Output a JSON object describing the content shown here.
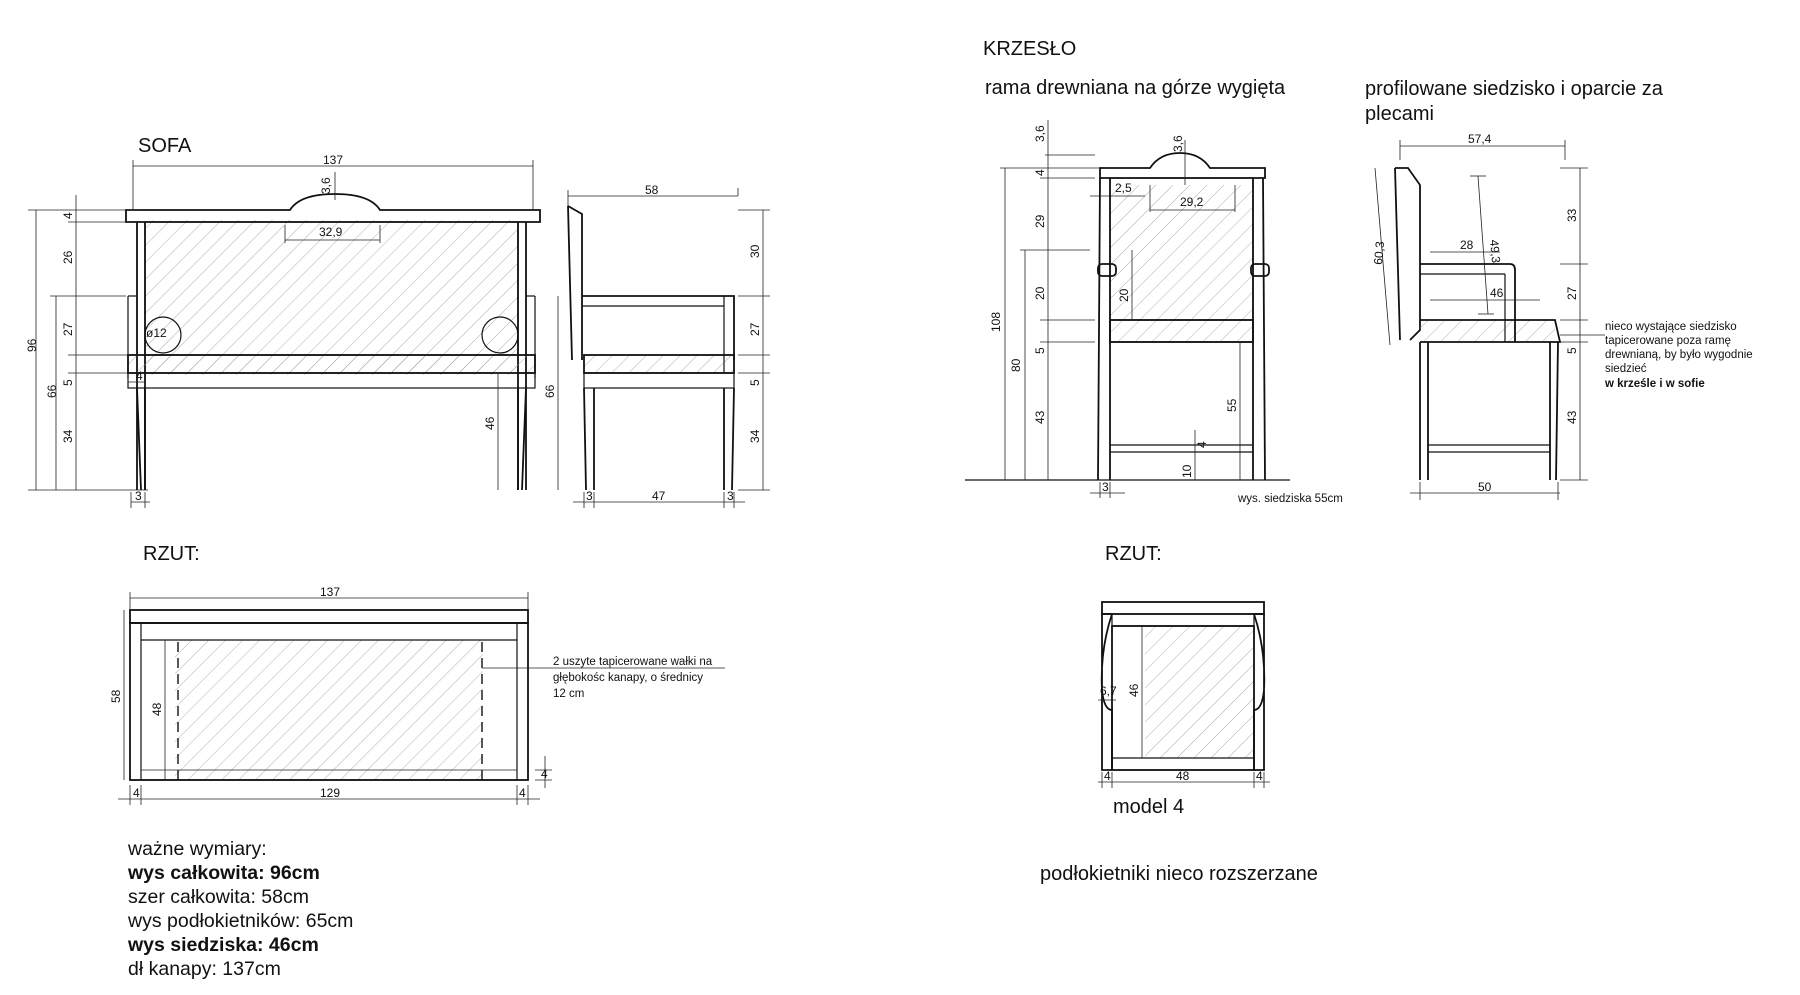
{
  "labels": {
    "sofa": "SOFA",
    "krzeslo": "KRZESŁO",
    "rzut_sofa": "RZUT:",
    "rzut_krzeslo": "RZUT:",
    "rama": "rama drewniana na górze wygięta",
    "profil_1": "profilowane siedzisko i oparcie za",
    "profil_2": "plecami",
    "model": "model 4",
    "podlokietniki": "podłokietniki nieco rozszerzane",
    "wys_siedziska_chair": "wys. siedziska 55cm"
  },
  "notes": {
    "walki": [
      "2 uszyte tapicerowane wałki na",
      "głębokośc kanapy, o średnicy",
      "12 cm"
    ],
    "siedzisko": [
      "nieco wystające siedzisko",
      "tapicerowane poza ramę",
      "drewnianą, by było wygodnie",
      "siedzieć"
    ],
    "siedzisko_bold": "w krześle i w sofie"
  },
  "dims": {
    "sofa_front": {
      "w137": "137",
      "d3_6": "3,6",
      "d32_9": "32,9",
      "d12": "ø12",
      "h96": "96",
      "h66": "66",
      "h4": "4",
      "h26": "26",
      "h27": "27",
      "h5": "5",
      "h34": "34",
      "leg4": "4",
      "h46": "46",
      "leg3": "3"
    },
    "sofa_side": {
      "w58": "58",
      "h30": "30",
      "h27": "27",
      "h5": "5",
      "h34": "34",
      "h66": "66",
      "w47": "47",
      "l3a": "3",
      "l3b": "3"
    },
    "sofa_plan": {
      "w137": "137",
      "d58": "58",
      "d48": "48",
      "w129": "129",
      "e4a": "4",
      "e4b": "4",
      "e4c": "4"
    },
    "chair_front": {
      "h108": "108",
      "h80": "80",
      "d3_6a": "3,6",
      "d4": "4",
      "d29": "29",
      "d20": "20",
      "d5": "5",
      "d43": "43",
      "d3_6b": "3,6",
      "w2_5": "2,5",
      "w29_2": "29,2",
      "d20b": "20",
      "d55": "55",
      "d10": "10",
      "d4b": "4",
      "leg3": "3"
    },
    "chair_side": {
      "w57_4": "57,4",
      "d60_3": "60,3",
      "d49_3": "49,3",
      "w28": "28",
      "w46": "46",
      "d33": "33",
      "d27": "27",
      "d5": "5",
      "d43": "43",
      "w50": "50"
    },
    "chair_plan": {
      "d46": "46",
      "d6_7": "6,7",
      "w48": "48",
      "e4a": "4",
      "e4b": "4"
    }
  },
  "important": {
    "heading": "ważne wymiary:",
    "lines": [
      {
        "text": "wys całkowita: 96cm",
        "bold": true
      },
      {
        "text": "szer całkowita: 58cm",
        "bold": false
      },
      {
        "text": "wys podłokietników: 65cm",
        "bold": false
      },
      {
        "text": "wys siedziska: 46cm",
        "bold": true
      },
      {
        "text": "dł kanapy: 137cm",
        "bold": false
      }
    ]
  }
}
